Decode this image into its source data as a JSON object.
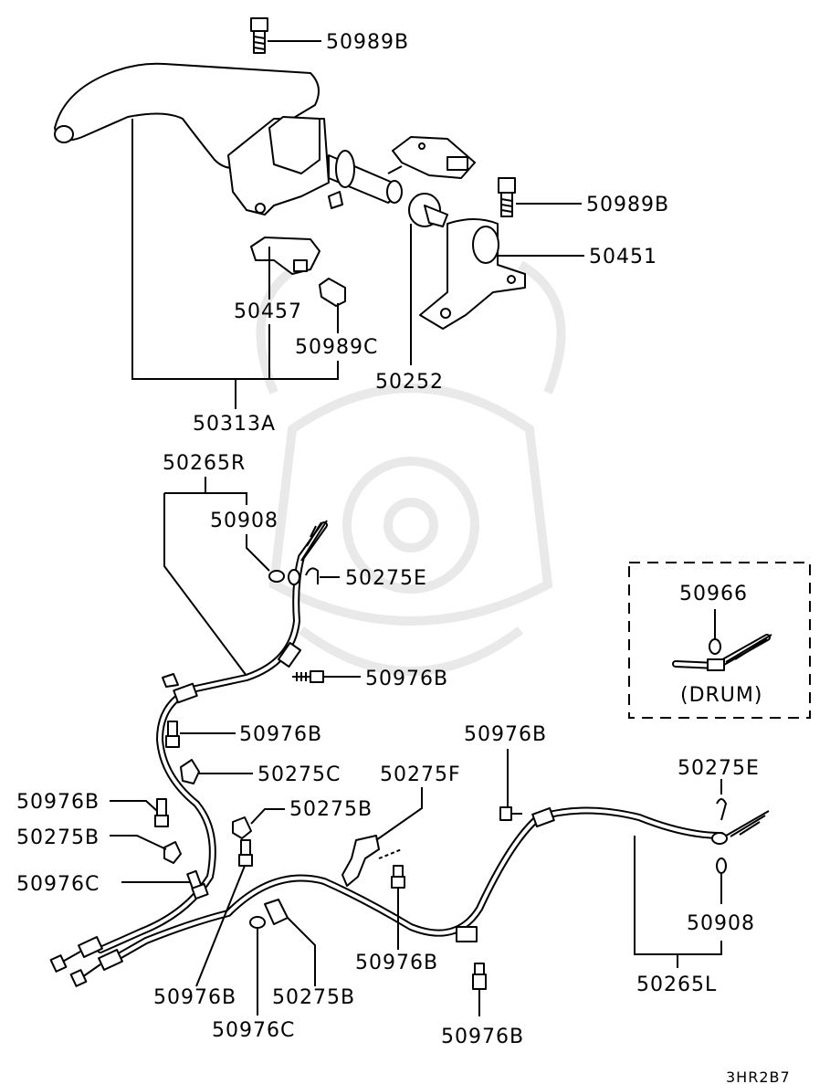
{
  "diagram": {
    "labels": {
      "bolt_top": "50989B",
      "bolt_right": "50989B",
      "bracket": "50451",
      "clip_50457": "50457",
      "bolt_50989c": "50989C",
      "switch_50252": "50252",
      "lever_assy": "50313A",
      "cable_right": "50265R",
      "clip_50908_top": "50908",
      "clip_50275e_top": "50275E",
      "bolt_50976b_1": "50976B",
      "bolt_50976b_2": "50976B",
      "clamp_50275c": "50275C",
      "bolt_50976b_left": "50976B",
      "clamp_50275b_left": "50275B",
      "bolt_50976c_left": "50976C",
      "clamp_50275b_mid": "50275B",
      "bracket_50275f": "50275F",
      "bolt_50976b_center": "50976B",
      "bolt_50976b_bottom_left": "50976B",
      "clamp_50275b_bottom": "50275B",
      "bolt_50976c_bottom": "50976C",
      "bolt_50976b_bottom_center": "50976B",
      "bolt_50976b_bottom_right": "50976B",
      "clip_50275e_right": "50275E",
      "clip_50908_right": "50908",
      "cable_left": "50265L",
      "drum_part": "50966"
    },
    "drum_caption": "(DRUM)",
    "code": "3HR2B7"
  }
}
